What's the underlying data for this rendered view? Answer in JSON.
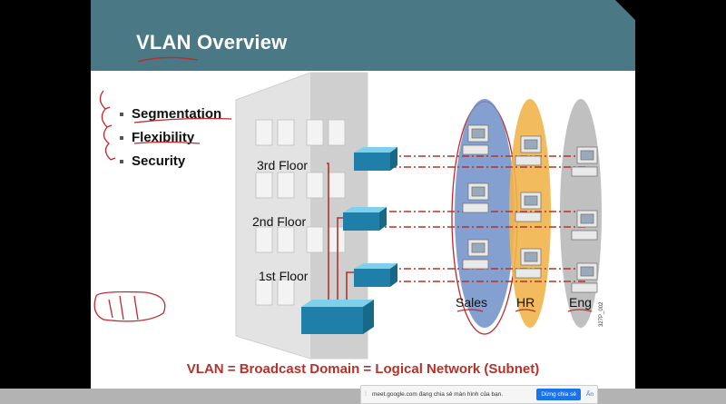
{
  "slide": {
    "title": "VLAN Overview",
    "bullets": [
      "Segmentation",
      "Flexibility",
      "Security"
    ],
    "floors": [
      "3rd Floor",
      "2nd Floor",
      "1st Floor"
    ],
    "groups": [
      "Sales",
      "HR",
      "Eng"
    ],
    "caption": "VLAN = Broadcast Domain = Logical Network (Subnet)",
    "code": "327P_002"
  },
  "colors": {
    "header": "#4a7884",
    "sales": "#6f8fc8",
    "hr": "#f1b44c",
    "eng": "#bdbdbd",
    "line": "#b5322b",
    "switch": "#3aa3c9"
  },
  "notification": {
    "text": "meet.google.com đang chia sẻ màn hình của bạn.",
    "stop_label": "Dừng chia sẻ",
    "hide_label": "Ẩn"
  }
}
